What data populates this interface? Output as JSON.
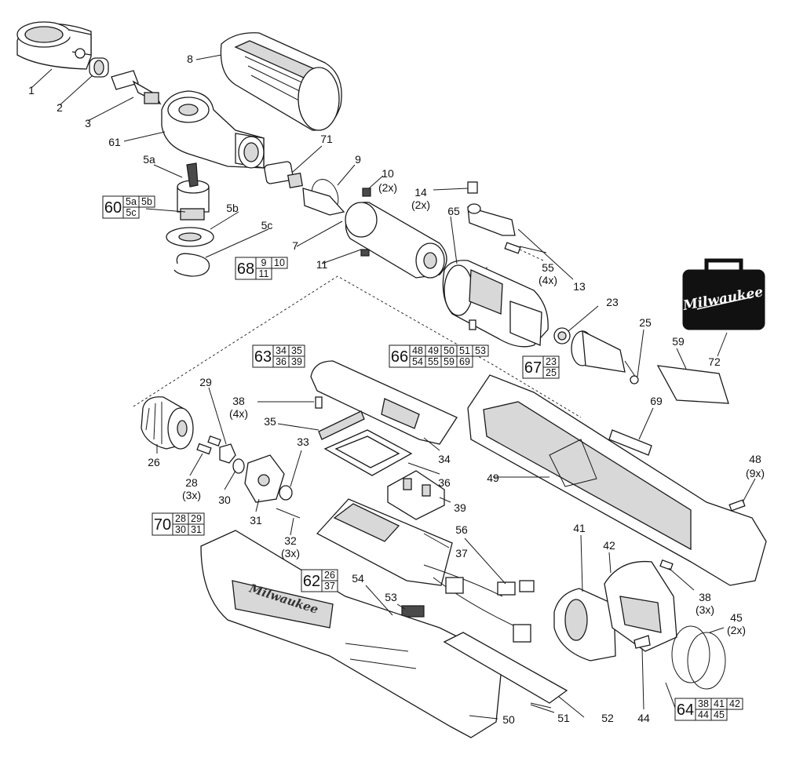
{
  "callouts": [
    {
      "id": "c1",
      "text": "1"
    },
    {
      "id": "c2",
      "text": "2"
    },
    {
      "id": "c3",
      "text": "3"
    },
    {
      "id": "c8",
      "text": "8"
    },
    {
      "id": "c61",
      "text": "61"
    },
    {
      "id": "c71",
      "text": "71"
    },
    {
      "id": "c5a",
      "text": "5a"
    },
    {
      "id": "c5b",
      "text": "5b"
    },
    {
      "id": "c5c",
      "text": "5c"
    },
    {
      "id": "c9",
      "text": "9"
    },
    {
      "id": "c10",
      "text": "10",
      "qty": "(2x)"
    },
    {
      "id": "c14",
      "text": "14",
      "qty": "(2x)"
    },
    {
      "id": "c65",
      "text": "65"
    },
    {
      "id": "c7",
      "text": "7"
    },
    {
      "id": "c11",
      "text": "11"
    },
    {
      "id": "c55",
      "text": "55",
      "qty": "(4x)"
    },
    {
      "id": "c13",
      "text": "13"
    },
    {
      "id": "c23",
      "text": "23"
    },
    {
      "id": "c25",
      "text": "25"
    },
    {
      "id": "c59",
      "text": "59"
    },
    {
      "id": "c72",
      "text": "72"
    },
    {
      "id": "c29",
      "text": "29"
    },
    {
      "id": "c38a",
      "text": "38",
      "qty": "(4x)"
    },
    {
      "id": "c35",
      "text": "35"
    },
    {
      "id": "c33",
      "text": "33"
    },
    {
      "id": "c26",
      "text": "26"
    },
    {
      "id": "c28",
      "text": "28",
      "qty": "(3x)"
    },
    {
      "id": "c30",
      "text": "30"
    },
    {
      "id": "c31",
      "text": "31"
    },
    {
      "id": "c32",
      "text": "32",
      "qty": "(3x)"
    },
    {
      "id": "c34",
      "text": "34"
    },
    {
      "id": "c36",
      "text": "36"
    },
    {
      "id": "c39",
      "text": "39"
    },
    {
      "id": "c37",
      "text": "37"
    },
    {
      "id": "c49",
      "text": "49"
    },
    {
      "id": "c69",
      "text": "69"
    },
    {
      "id": "c48",
      "text": "48",
      "qty": "(9x)"
    },
    {
      "id": "c56",
      "text": "56"
    },
    {
      "id": "c54",
      "text": "54"
    },
    {
      "id": "c53",
      "text": "53"
    },
    {
      "id": "c41",
      "text": "41"
    },
    {
      "id": "c42",
      "text": "42"
    },
    {
      "id": "c38b",
      "text": "38",
      "qty": "(3x)"
    },
    {
      "id": "c45",
      "text": "45",
      "qty": "(2x)"
    },
    {
      "id": "c44",
      "text": "44"
    },
    {
      "id": "c50",
      "text": "50"
    },
    {
      "id": "c51",
      "text": "51"
    },
    {
      "id": "c52",
      "text": "52"
    }
  ],
  "kits": [
    {
      "id": "k60",
      "label": "60",
      "parts": [
        "5a",
        "5b",
        "5c"
      ]
    },
    {
      "id": "k68",
      "label": "68",
      "parts": [
        "9",
        "10",
        "11"
      ]
    },
    {
      "id": "k63",
      "label": "63",
      "parts": [
        "34",
        "35",
        "36",
        "39"
      ]
    },
    {
      "id": "k66",
      "label": "66",
      "parts": [
        "48",
        "49",
        "50",
        "51",
        "53",
        "54",
        "55",
        "59",
        "69"
      ]
    },
    {
      "id": "k67",
      "label": "67",
      "parts": [
        "23",
        "25"
      ]
    },
    {
      "id": "k70",
      "label": "70",
      "parts": [
        "28",
        "29",
        "30",
        "31"
      ]
    },
    {
      "id": "k62",
      "label": "62",
      "parts": [
        "26",
        "37"
      ]
    },
    {
      "id": "k64",
      "label": "64",
      "parts": [
        "38",
        "41",
        "42",
        "44",
        "45"
      ]
    }
  ],
  "brand": {
    "logo_text": "Milwaukee",
    "housing_text": "Milwaukee"
  },
  "colors": {
    "line": "#1a1a1a",
    "case_fill": "#111111",
    "logo_text": "#ffffff"
  }
}
